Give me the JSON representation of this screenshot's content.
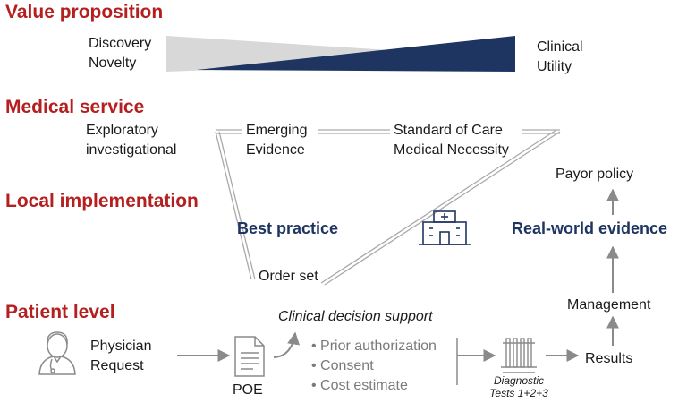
{
  "sections": {
    "value": "Value proposition",
    "medical": "Medical service",
    "local": "Local implementation",
    "patient": "Patient level"
  },
  "value_row": {
    "left": [
      "Discovery",
      "Novelty"
    ],
    "right": [
      "Clinical",
      "Utility"
    ]
  },
  "medical_row": {
    "exploratory": [
      "Exploratory",
      "investigational"
    ],
    "emerging": [
      "Emerging",
      "Evidence"
    ],
    "standard": [
      "Standard of Care",
      "Medical Necessity"
    ]
  },
  "local_row": {
    "best_practice": "Best practice",
    "real_world": "Real-world evidence",
    "payor": "Payor policy",
    "order_set": "Order set"
  },
  "patient_row": {
    "physician": [
      "Physician",
      "Request"
    ],
    "poe": "POE",
    "cds": "Clinical decision support",
    "bullets": [
      "Prior authorization",
      "Consent",
      "Cost estimate"
    ],
    "diagnostic": [
      "Diagnostic",
      "Tests 1+2+3"
    ],
    "results": "Results",
    "management": "Management"
  },
  "colors": {
    "section_red": "#b51f1f",
    "navy": "#1f3561",
    "light_grey": "#d3d3d3"
  }
}
